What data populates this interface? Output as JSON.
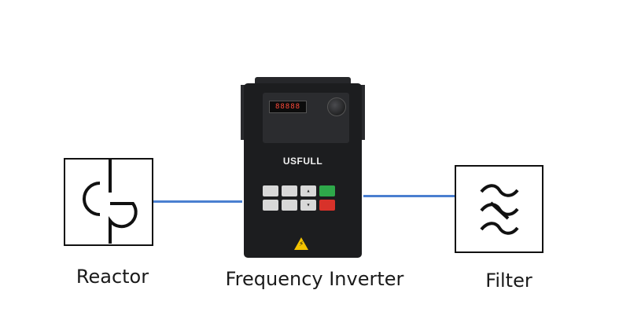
{
  "labels": {
    "reactor": "Reactor",
    "inverter": "Frequency Inverter",
    "filter": "Filter"
  },
  "inverter": {
    "brand": "USFULL",
    "display": "88888"
  },
  "colors": {
    "wire": "#4a7fd0",
    "inverter_body": "#1c1d1f",
    "run_key": "#2ea84a",
    "stop_key": "#d8322a",
    "warning": "#f2c200"
  },
  "icons": [
    "reactor-symbol-icon",
    "low-pass-filter-symbol-icon",
    "warning-triangle-icon"
  ]
}
